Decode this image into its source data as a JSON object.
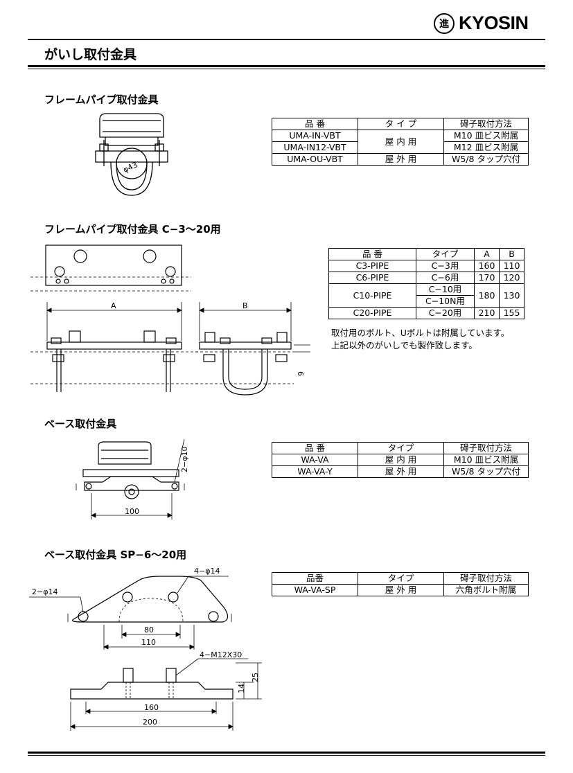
{
  "brand": {
    "mark": "進",
    "name": "KYOSIN"
  },
  "page_title": "がいし取付金具",
  "sections": [
    {
      "title": "フレームパイプ取付金具",
      "headers": [
        "品 番",
        "タ イ プ",
        "碍子取付方法"
      ],
      "rows": [
        [
          "UMA-IN-VBT",
          "屋 内 用",
          "M10 皿ビス附属"
        ],
        [
          "UMA-IN12-VBT",
          "",
          "M12 皿ビス附属"
        ],
        [
          "UMA-OU-VBT",
          "屋 外 用",
          "W5/8 タップ穴付"
        ]
      ],
      "dims": {
        "phi": "φ43"
      }
    },
    {
      "title": "フレームパイプ取付金具 C−3〜20用",
      "headers": [
        "品 番",
        "タイプ",
        "A",
        "B"
      ],
      "rows": [
        [
          "C3-PIPE",
          "C−3用",
          "160",
          "110"
        ],
        [
          "C6-PIPE",
          "C−6用",
          "170",
          "120"
        ],
        [
          "C10-PIPE",
          "C−10用",
          "180",
          "130"
        ],
        [
          "",
          "C−10N用",
          "",
          ""
        ],
        [
          "C20-PIPE",
          "C−20用",
          "210",
          "155"
        ]
      ],
      "notes": [
        "取付用のボルト、Uボルトは附属しています。",
        "上記以外のがいしでも製作致します。"
      ],
      "dims": {
        "a": "A",
        "b": "B",
        "six": "6"
      }
    },
    {
      "title": "ベース取付金具",
      "headers": [
        "品 番",
        "タイプ",
        "碍子取付方法"
      ],
      "rows": [
        [
          "WA-VA",
          "屋 内 用",
          "M10 皿ビス附属"
        ],
        [
          "WA-VA-Y",
          "屋 外 用",
          "W5/8 タップ穴付"
        ]
      ],
      "dims": {
        "holes": "2−φ10",
        "width": "100"
      }
    },
    {
      "title": "ベース取付金具 SP−6〜20用",
      "headers": [
        "品番",
        "タイプ",
        "碍子取付方法"
      ],
      "rows": [
        [
          "WA-VA-SP",
          "屋 外 用",
          "六角ボルト附属"
        ]
      ],
      "dims": {
        "holes2": "2−φ14",
        "holes4": "4−φ14",
        "d80": "80",
        "d110": "110",
        "bolts": "4−M12X30",
        "d160": "160",
        "d200": "200",
        "h14": "14",
        "h25": "25"
      }
    }
  ]
}
